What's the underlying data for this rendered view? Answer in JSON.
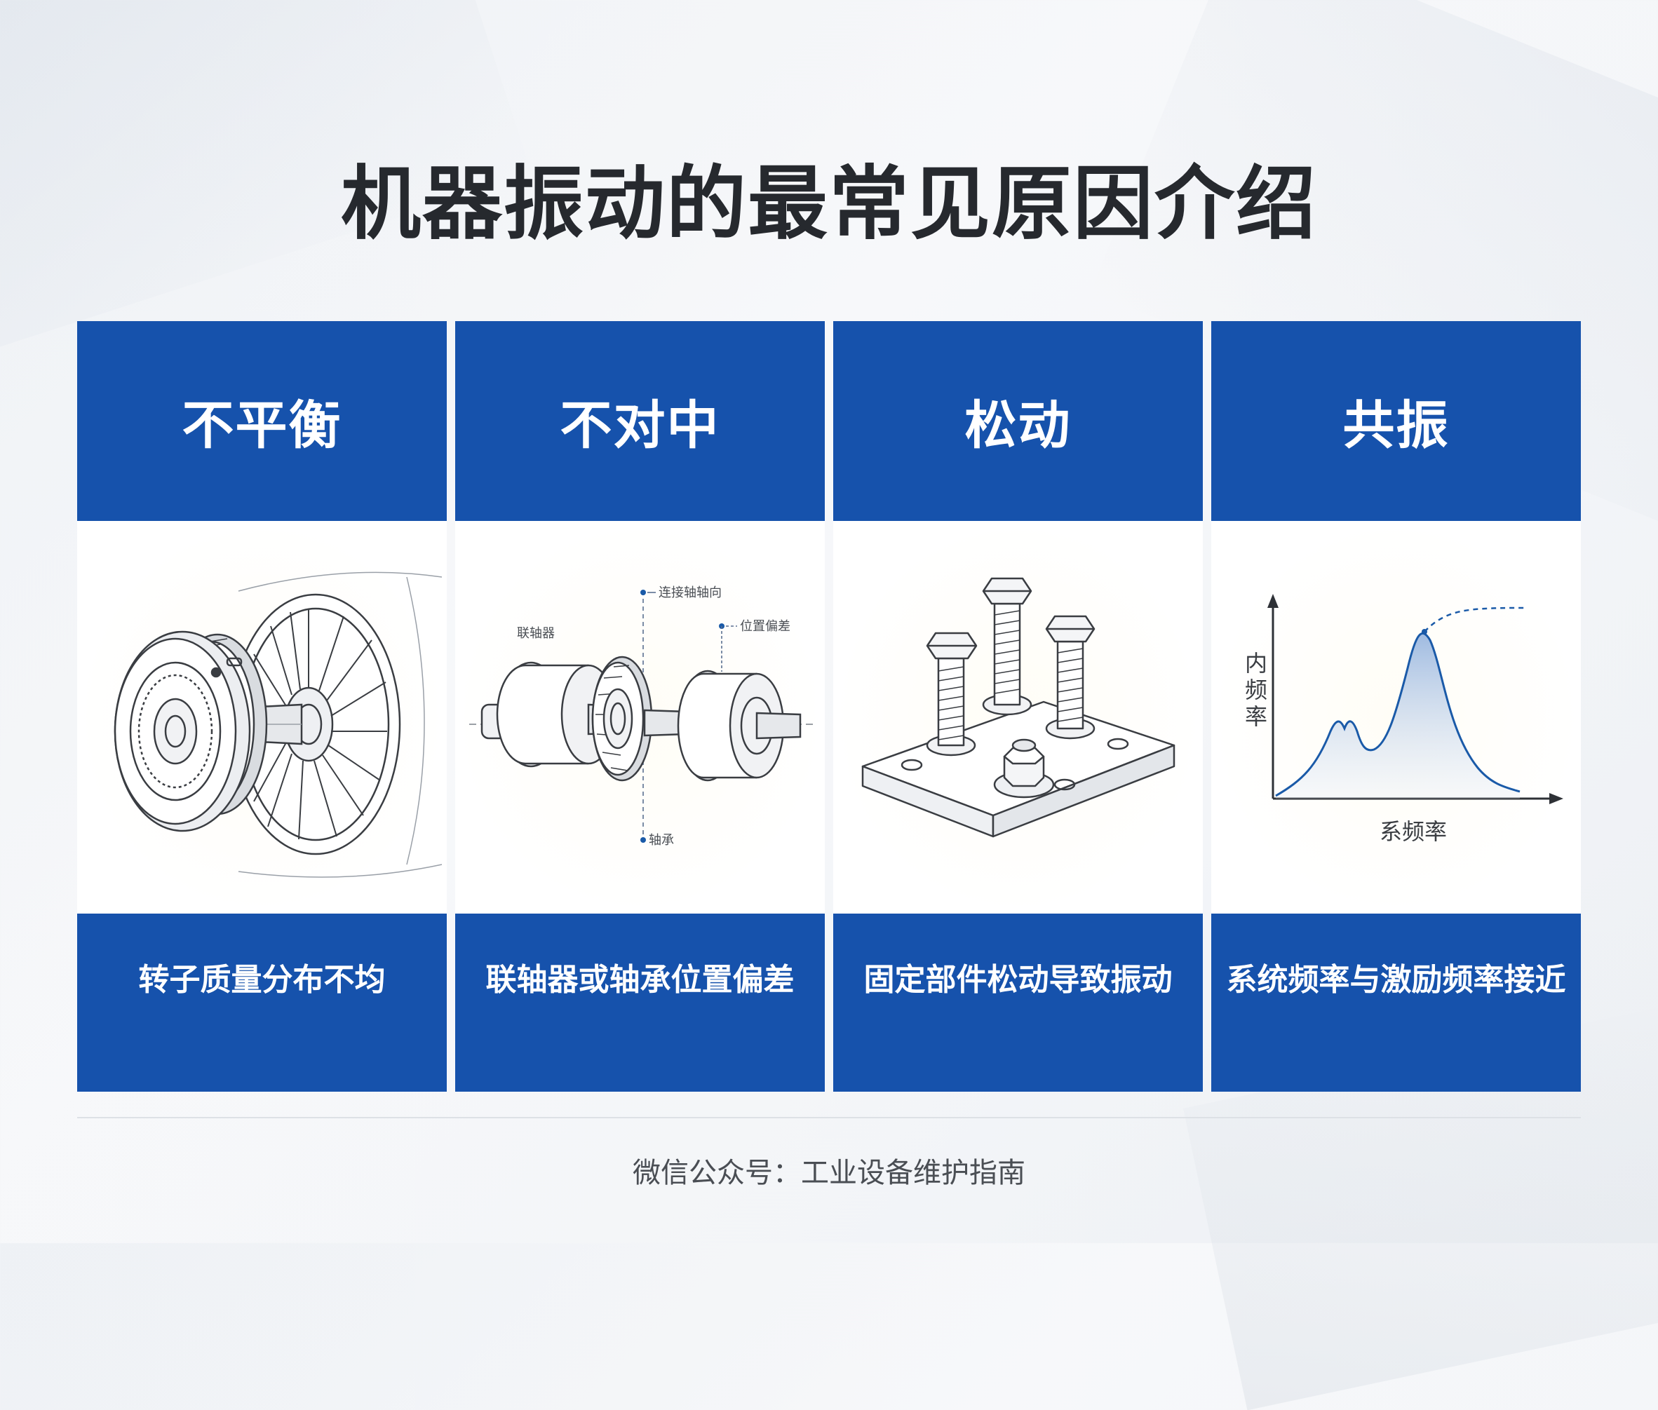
{
  "page": {
    "title": "机器振动的最常见原因介绍",
    "footer": "微信公众号：工业设备维护指南"
  },
  "colors": {
    "primary_blue": "#1652ac",
    "title_text": "#26292e",
    "card_text": "#ffffff",
    "line_art": "#3a3d42",
    "chart_line": "#1a5aa8"
  },
  "cards": [
    {
      "title": "不平衡",
      "description": "转子质量分布不均",
      "illustration": "unbalanced-rotor-illustration"
    },
    {
      "title": "不对中",
      "description": "联轴器或轴承位置偏差",
      "illustration": "shaft-coupling-misalignment-illustration",
      "labels": [
        "联轴器",
        "连接轴轴向",
        "位置偏差",
        "轴承"
      ]
    },
    {
      "title": "松动",
      "description": "固定部件松动导致振动",
      "illustration": "loose-bolts-baseplate-illustration"
    },
    {
      "title": "共振",
      "description": "系统频率与激励频率接近",
      "illustration": "resonance-frequency-chart",
      "ylabel": "内频率",
      "xlabel": "系频率"
    }
  ]
}
